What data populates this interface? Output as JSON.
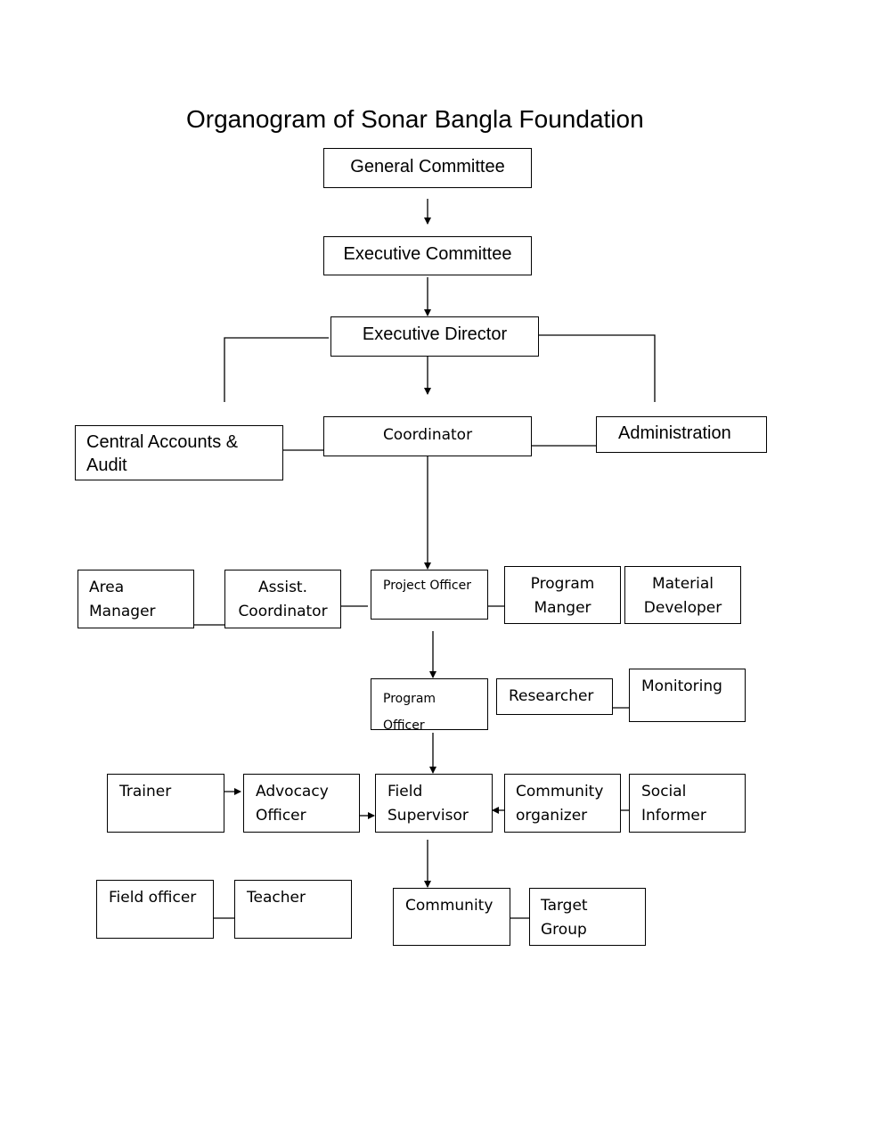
{
  "title": "Organogram of Sonar Bangla Foundation",
  "nodes": {
    "general_committee": "General Committee",
    "executive_committee": "Executive Committee",
    "executive_director": "Executive Director",
    "central_accounts": "Central Accounts &\nAudit",
    "coordinator": "Coordinator",
    "administration": "Administration",
    "area_manager": "Area\nManager",
    "assist_coordinator": "Assist.\nCoordinator",
    "project_officer": "Project Officer",
    "program_manager": "Program\nManger",
    "material_developer": "Material\nDeveloper",
    "program_officer": "Program\nOfficer",
    "researcher": "Researcher",
    "monitoring": "Monitoring",
    "trainer": "Trainer",
    "advocacy_officer": "Advocacy\nOfficer",
    "field_supervisor": "Field\nSupervisor",
    "community_organizer": "Community\norganizer",
    "social_informer": "Social\nInformer",
    "field_officer": "Field officer",
    "teacher": "Teacher",
    "community": "Community",
    "target_group": "Target\nGroup"
  }
}
